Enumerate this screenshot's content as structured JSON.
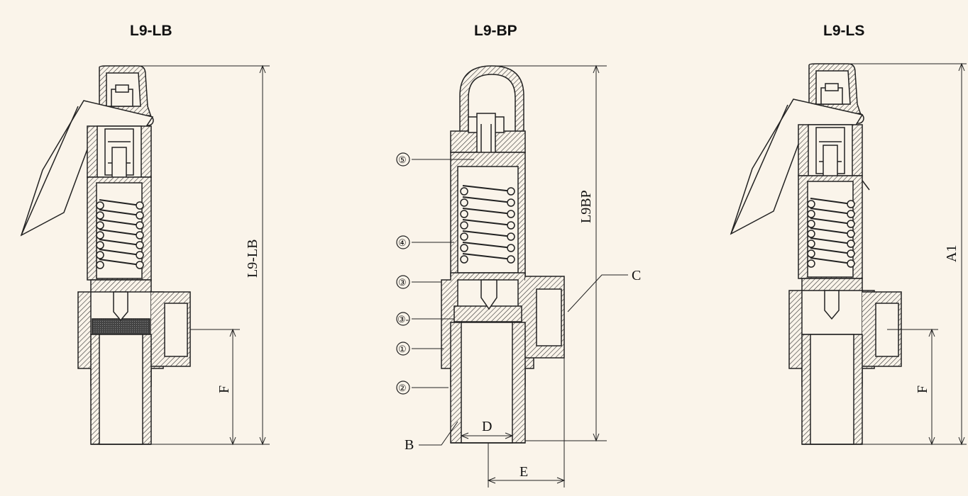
{
  "figure": {
    "views": [
      {
        "title": "L9-LB",
        "height_label": "L9-LB",
        "outlet_label": "F"
      },
      {
        "title": "L9-BP",
        "height_label": "L9BP",
        "inlet_label": "D",
        "outlet_offset_label": "E",
        "bottom_label": "B",
        "side_label": "C",
        "callouts": [
          "⑤",
          "④",
          "③",
          "③-",
          "①",
          "②"
        ]
      },
      {
        "title": "L9-LS",
        "height_label": "A1",
        "outlet_label": "F"
      }
    ]
  }
}
